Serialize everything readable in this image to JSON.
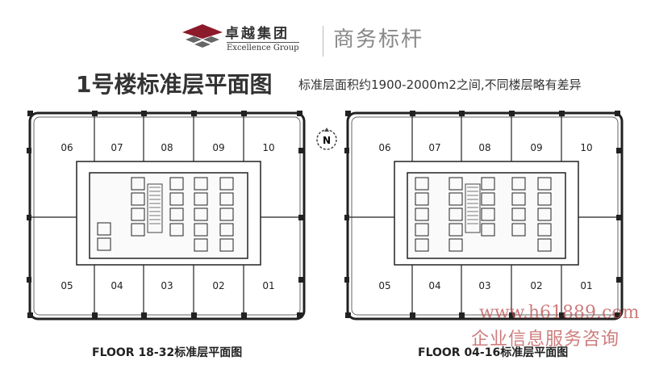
{
  "brand": {
    "name_cn": "卓越集团",
    "name_en": "Excellence Group",
    "slogan": "商务标杆",
    "logo_color": "#8b1a2b"
  },
  "title": "1号楼标准层平面图",
  "subtitle": "标准层面积约1900-2000m2之间,不同楼层略有差异",
  "compass_label": "N",
  "plans": [
    {
      "caption": "FLOOR 18-32标准层平面图",
      "top_units": [
        "06",
        "07",
        "08",
        "09",
        "10"
      ],
      "bottom_units": [
        "05",
        "04",
        "03",
        "02",
        "01"
      ]
    },
    {
      "caption": "FLOOR 04-16标准层平面图",
      "top_units": [
        "06",
        "07",
        "08",
        "09",
        "10"
      ],
      "bottom_units": [
        "05",
        "04",
        "03",
        "02",
        "01"
      ]
    }
  ],
  "watermark": {
    "url": "www.h61889.com",
    "text": "企业信息服务咨询"
  }
}
